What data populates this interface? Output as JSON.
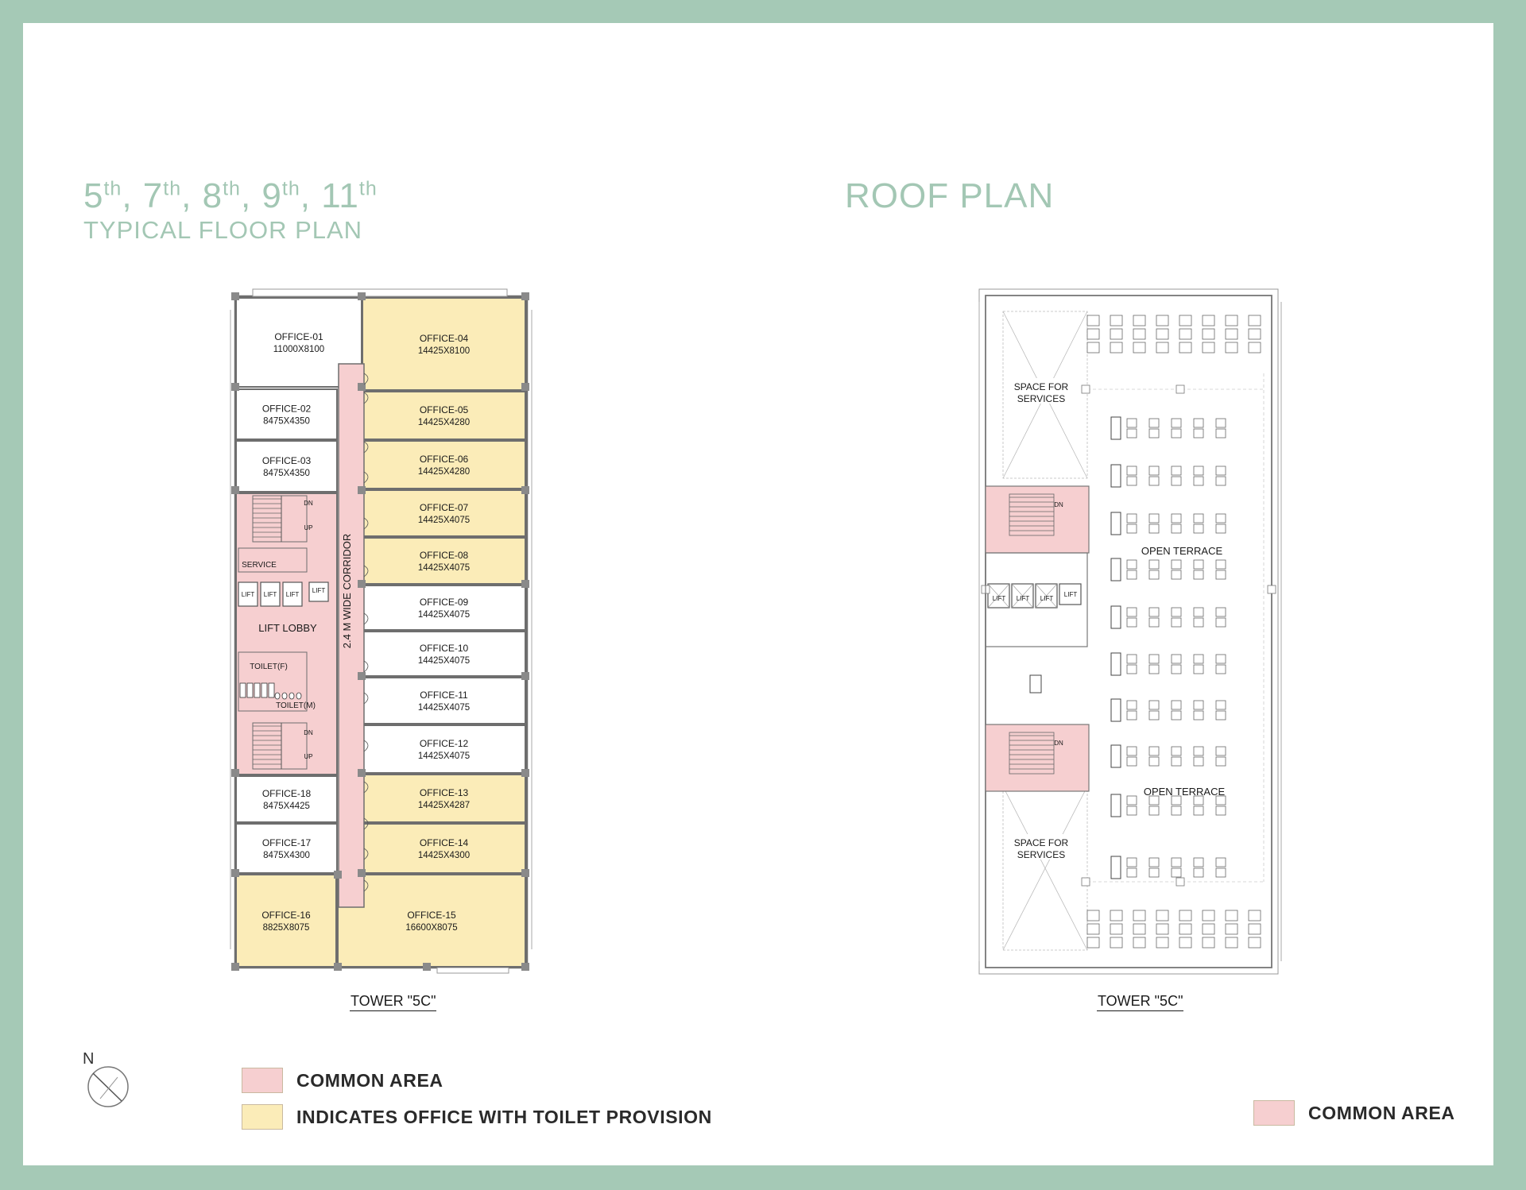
{
  "floor_plan": {
    "title_floors": [
      {
        "num": "5",
        "sup": "th",
        "sep": ", "
      },
      {
        "num": "7",
        "sup": "th",
        "sep": ", "
      },
      {
        "num": "8",
        "sup": "th",
        "sep": ", "
      },
      {
        "num": "9",
        "sup": "th",
        "sep": ", "
      },
      {
        "num": "11",
        "sup": "th",
        "sep": ""
      }
    ],
    "subtitle": "TYPICAL FLOOR PLAN",
    "corridor_label": "2.4 M WIDE CORRIDOR",
    "offices": [
      {
        "name": "OFFICE-01",
        "size": "11000X8100",
        "toilet": false
      },
      {
        "name": "OFFICE-02",
        "size": "8475X4350",
        "toilet": false
      },
      {
        "name": "OFFICE-03",
        "size": "8475X4350",
        "toilet": false
      },
      {
        "name": "OFFICE-04",
        "size": "14425X8100",
        "toilet": true
      },
      {
        "name": "OFFICE-05",
        "size": "14425X4280",
        "toilet": true
      },
      {
        "name": "OFFICE-06",
        "size": "14425X4280",
        "toilet": true
      },
      {
        "name": "OFFICE-07",
        "size": "14425X4075",
        "toilet": true
      },
      {
        "name": "OFFICE-08",
        "size": "14425X4075",
        "toilet": true
      },
      {
        "name": "OFFICE-09",
        "size": "14425X4075",
        "toilet": false
      },
      {
        "name": "OFFICE-10",
        "size": "14425X4075",
        "toilet": false
      },
      {
        "name": "OFFICE-11",
        "size": "14425X4075",
        "toilet": false
      },
      {
        "name": "OFFICE-12",
        "size": "14425X4075",
        "toilet": false
      },
      {
        "name": "OFFICE-13",
        "size": "14425X4287",
        "toilet": true
      },
      {
        "name": "OFFICE-14",
        "size": "14425X4300",
        "toilet": true
      },
      {
        "name": "OFFICE-15",
        "size": "16600X8075",
        "toilet": true
      },
      {
        "name": "OFFICE-16",
        "size": "8825X8075",
        "toilet": true
      },
      {
        "name": "OFFICE-17",
        "size": "8475X4300",
        "toilet": false
      },
      {
        "name": "OFFICE-18",
        "size": "8475X4425",
        "toilet": false
      }
    ],
    "service_label": "SERVICE",
    "lift_label": "LIFT",
    "lift_lobby_label": "LIFT LOBBY",
    "toilet_f_label": "TOILET(F)",
    "toilet_m_label": "TOILET(M)",
    "stair_dn": "DN",
    "stair_up": "UP",
    "tower_label": "TOWER \"5C\""
  },
  "roof_plan": {
    "title": "ROOF PLAN",
    "space_services": "SPACE FOR SERVICES",
    "space_services_line1": "SPACE FOR",
    "space_services_line2": "SERVICES",
    "open_terrace": "OPEN TERRACE",
    "lift_label": "LIFT",
    "stair_dn": "DN",
    "tower_label": "TOWER \"5C\""
  },
  "legend": {
    "common_area": "COMMON AREA",
    "toilet_provision": "INDICATES OFFICE WITH TOILET PROVISION",
    "roof_common_area": "COMMON AREA"
  },
  "north_label": "N",
  "colors": {
    "frame": "#a5c9b6",
    "heading": "#a3c7b4",
    "common_area": "#f6cfd0",
    "toilet_office": "#fbecb8",
    "wall": "#6e6e6e"
  }
}
